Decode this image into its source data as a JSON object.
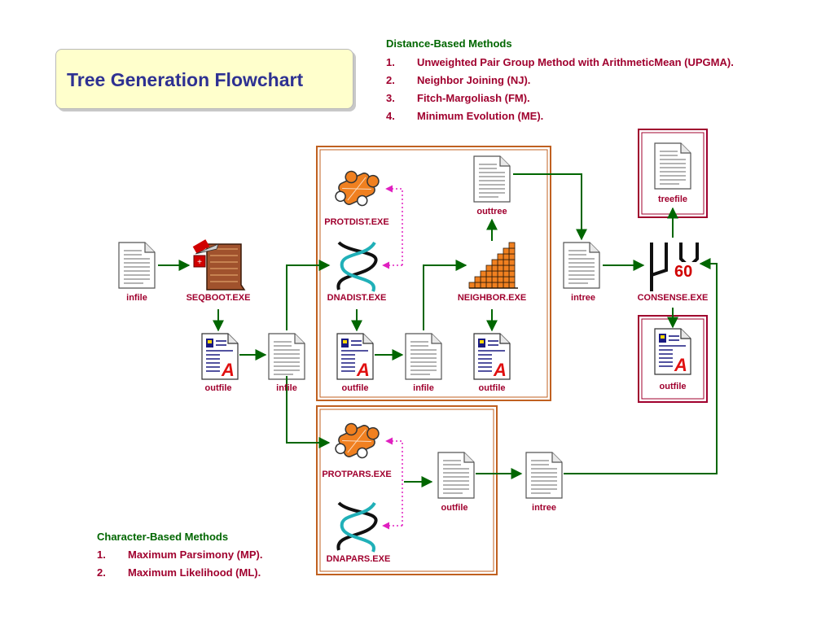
{
  "title": "Tree Generation Flowchart",
  "distance_methods": {
    "heading": "Distance-Based Methods",
    "items": [
      {
        "num": "1.",
        "text": "Unweighted Pair Group Method with ArithmeticMean (UPGMA)."
      },
      {
        "num": "2.",
        "text": "Neighbor Joining (NJ)."
      },
      {
        "num": "3.",
        "text": "Fitch-Margoliash (FM)."
      },
      {
        "num": "4.",
        "text": "Minimum Evolution (ME)."
      }
    ]
  },
  "character_methods": {
    "heading": "Character-Based Methods",
    "items": [
      {
        "num": "1.",
        "text": "Maximum Parsimony (MP)."
      },
      {
        "num": "2.",
        "text": "Maximum Likelihood (ML)."
      }
    ]
  },
  "labels": {
    "infile1": "infile",
    "seqboot": "SEQBOOT.EXE",
    "outfile1": "outfile",
    "infile2": "infile",
    "protdist": "PROTDIST.EXE",
    "dnadist": "DNADIST.EXE",
    "outfile2": "outfile",
    "infile3": "infile",
    "outfile3": "outfile",
    "outtree": "outtree",
    "neighbor": "NEIGHBOR.EXE",
    "intree1": "intree",
    "consense": "CONSENSE.EXE",
    "treefile": "treefile",
    "outfile4": "outfile",
    "protpars": "PROTPARS.EXE",
    "dnapars": "DNAPARS.EXE",
    "outfile5": "outfile",
    "intree2": "intree"
  },
  "colors": {
    "arrow": "#006600",
    "dotted": "#e020c0",
    "box_border": "#c06020",
    "consense_border": "#a0002e",
    "label": "#a0002e",
    "title": "#2e3192",
    "title_bg": "#ffffcc"
  }
}
